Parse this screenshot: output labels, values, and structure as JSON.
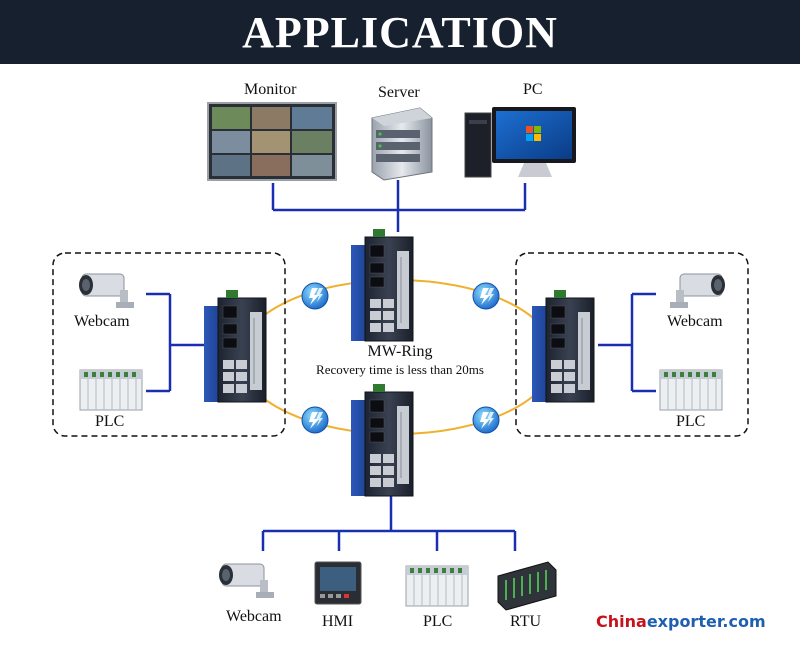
{
  "header": {
    "title": "APPLICATION"
  },
  "top_devices": {
    "monitor": "Monitor",
    "server": "Server",
    "pc": "PC"
  },
  "left_group": {
    "webcam": "Webcam",
    "plc": "PLC"
  },
  "right_group": {
    "webcam": "Webcam",
    "plc": "PLC"
  },
  "ring": {
    "name": "MW-Ring",
    "recovery": "Recovery time is less than 20ms"
  },
  "bottom_devices": {
    "webcam": "Webcam",
    "hmi": "HMI",
    "plc": "PLC",
    "rtu": "RTU"
  },
  "watermark": {
    "part1": "China",
    "part2": "exporter.com"
  },
  "colors": {
    "header_bg": "#17202e",
    "link_line": "#1a2fb0",
    "ring_line": "#f0b030",
    "switch_blue": "#2a4fa0"
  }
}
